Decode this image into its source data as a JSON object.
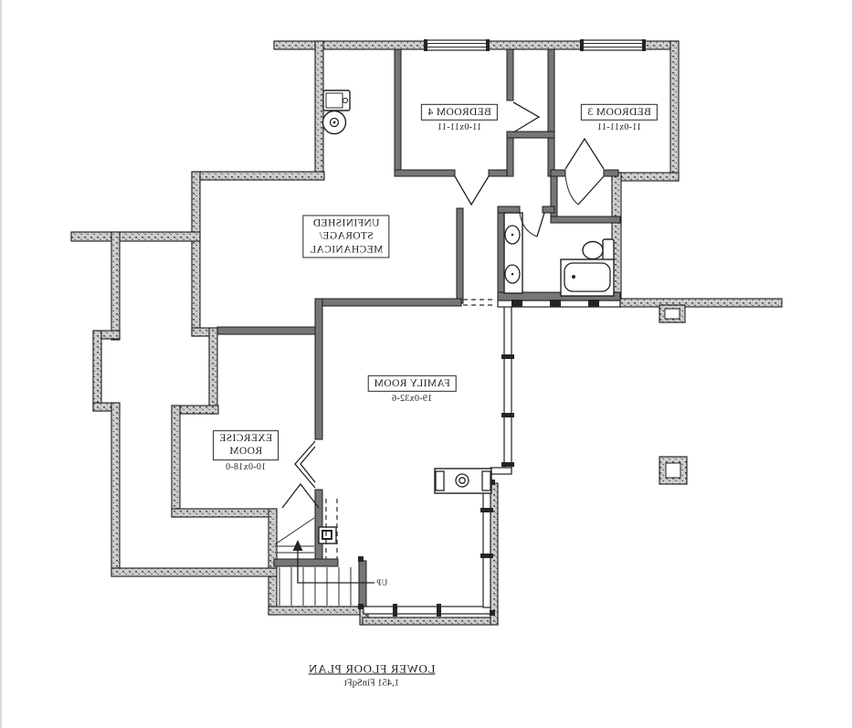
{
  "plan": {
    "title": "LOWER FLOOR PLAN",
    "area": "1,451 FinSqFt"
  },
  "rooms": {
    "bedroom4": {
      "name": "BEDROOM 4",
      "dims": "11-0x11-11"
    },
    "bedroom3": {
      "name": "BEDROOM 3",
      "dims": "11-0x11-11"
    },
    "storage": {
      "line1": "UNFINISHED",
      "line2": "STORAGE/",
      "line3": "MECHANICAL"
    },
    "family": {
      "name": "FAMILY ROOM",
      "dims": "19-0x32-6"
    },
    "exercise": {
      "line1": "EXERCISE",
      "line2": "ROOM",
      "dims": "10-0x18-0"
    }
  },
  "stairs": {
    "direction_label": "UP"
  },
  "colors": {
    "background": "#ffffff",
    "line": "#1c1c1c",
    "exterior_wall_fill": "#cdcdcd",
    "interior_wall_fill": "#767676"
  }
}
